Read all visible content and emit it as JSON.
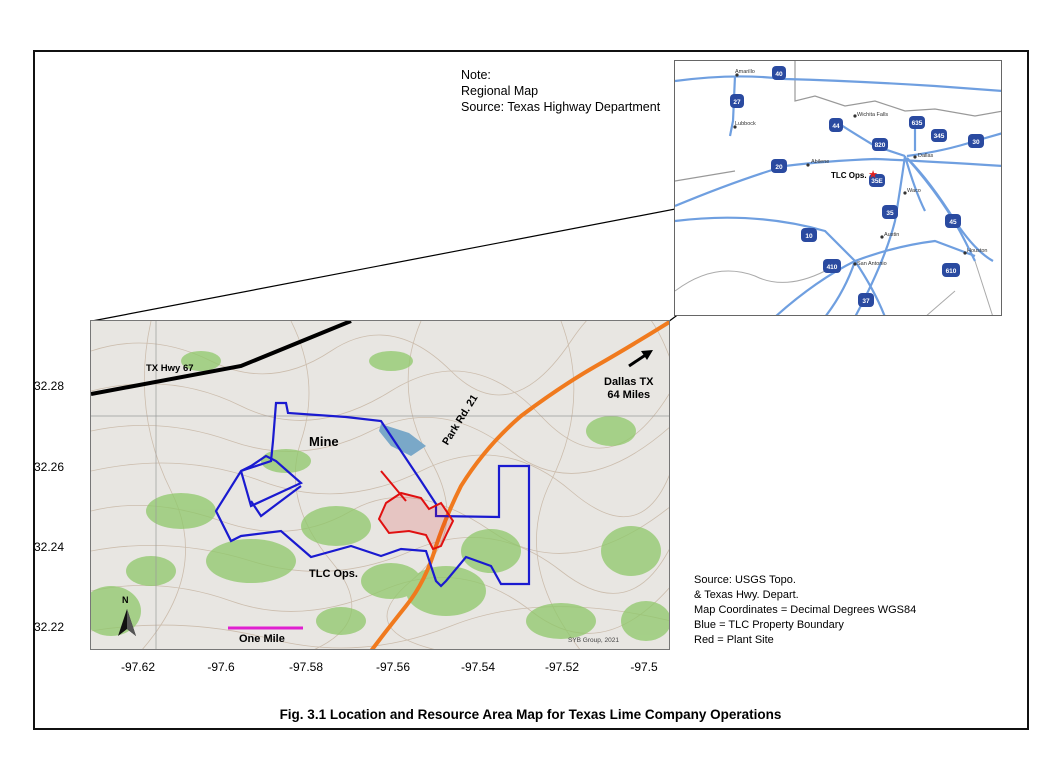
{
  "note": {
    "line1": "Note:",
    "line2": "Regional Map",
    "line3": "Source: Texas Highway Department"
  },
  "inset": {
    "shields": [
      "40",
      "27",
      "44",
      "820",
      "635",
      "345",
      "30",
      "20",
      "35E",
      "35",
      "45",
      "10",
      "410",
      "610",
      "37"
    ],
    "cities": [
      "Amarillo",
      "Lubbock",
      "Wichita Falls",
      "Abilene",
      "Dallas",
      "Waco",
      "Austin",
      "San Antonio",
      "Houston"
    ],
    "tlc_ops_label": "TLC Ops.",
    "road_color": "#6f9fe0",
    "marker_color": "#e02020"
  },
  "topo": {
    "hwy67_label": "TX Hwy 67",
    "park_rd_label": "Park Rd. 21",
    "dallas_label_line1": "Dallas TX",
    "dallas_label_line2": "64 Miles",
    "mine_label": "Mine",
    "tlc_ops_label": "TLC Ops.",
    "one_mile_label": "One Mile",
    "north_label": "N",
    "credit": "SYB Group, 2021",
    "boundary_color": "#1a1ad0",
    "plant_color": "#e01010",
    "road_color": "#f07a1e",
    "scale_color": "#e020d0",
    "water_color": "#7aa8c8",
    "vegetation_color": "#8fc86a"
  },
  "axes": {
    "y_ticks": [
      "32.28",
      "32.26",
      "32.24",
      "32.22"
    ],
    "x_ticks": [
      "-97.62",
      "-97.6",
      "-97.58",
      "-97.56",
      "-97.54",
      "-97.52",
      "-97.5"
    ]
  },
  "source": {
    "line1": "Source: USGS Topo.",
    "line2": "& Texas Hwy. Depart.",
    "line3": "Map Coordinates = Decimal Degrees WGS84",
    "line4": "Blue = TLC Property Boundary",
    "line5": "Red = Plant Site"
  },
  "caption": "Fig. 3.1 Location and Resource Area Map for Texas Lime Company Operations"
}
